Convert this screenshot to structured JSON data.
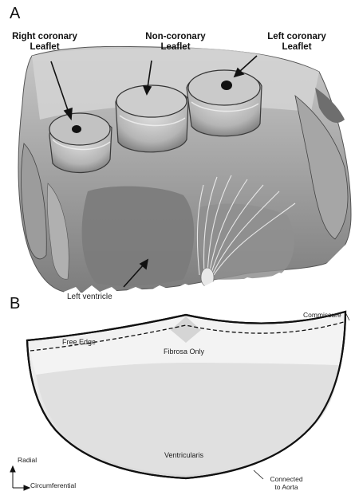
{
  "panel_a": {
    "letter": "A",
    "labels": {
      "right_coronary_line1": "Right coronary",
      "right_coronary_line2": "Leaflet",
      "non_coronary_line1": "Non-coronary",
      "non_coronary_line2": "Leaflet",
      "left_coronary_line1": "Left coronary",
      "left_coronary_line2": "Leaflet",
      "left_ventricle": "Left ventricle"
    },
    "illustration": "grayscale anatomical drawing of aortic valve cusps and left ventricle"
  },
  "panel_b": {
    "letter": "B",
    "labels": {
      "free_edge": "Free Edge",
      "commissure": "Commissure",
      "fibrosa_only": "Fibrosa Only",
      "ventricularis": "Ventricularis",
      "connected_line1": "Connected",
      "connected_line2": "to Aorta",
      "radial": "Radial",
      "circumferential": "Circumferential"
    }
  },
  "colors": {
    "stroke": "#111111",
    "fibrosa_fill": "#f2f2f2",
    "ventricularis_fill": "#e1e1e1",
    "tissue_light": "#d8d8d8",
    "tissue_dark": "#5a5a5a"
  }
}
